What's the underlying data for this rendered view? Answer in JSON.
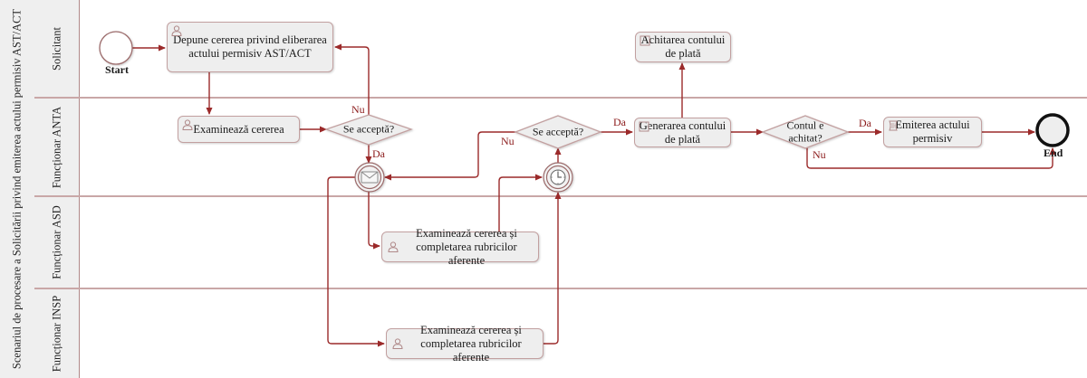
{
  "pool": {
    "title": "Scenariul de procesare a Solicitării privind emiterea actului permisiv AST/ACT"
  },
  "lanes": [
    {
      "id": "solicitant",
      "label": "Solicitant"
    },
    {
      "id": "anta",
      "label": "Funcționar ANTA"
    },
    {
      "id": "asd",
      "label": "Funcționar ASD"
    },
    {
      "id": "insp",
      "label": "Funcționar INSP"
    }
  ],
  "events": {
    "start": {
      "label": "Start",
      "type": "start"
    },
    "end": {
      "label": "End",
      "type": "end"
    },
    "message": {
      "type": "intermediate-message",
      "icon": "envelope-icon"
    },
    "timer": {
      "type": "intermediate-timer",
      "icon": "clock-icon"
    }
  },
  "tasks": {
    "depune": {
      "lane": "solicitant",
      "type": "user",
      "label": "Depune cererea privind eliberarea actului permisiv AST/ACT"
    },
    "achitarea": {
      "lane": "solicitant",
      "type": "manual",
      "label": "Achitarea contului de plată"
    },
    "examineaza": {
      "lane": "anta",
      "type": "user",
      "label": "Examinează cererea"
    },
    "generarea": {
      "lane": "anta",
      "type": "manual",
      "label": "Generarea contului de plată"
    },
    "emiterea": {
      "lane": "anta",
      "type": "script",
      "label": "Emiterea actului permisiv"
    },
    "asd_examineaza": {
      "lane": "asd",
      "type": "user",
      "label": "Examinează cererea și completarea rubricilor aferente"
    },
    "insp_examineaza": {
      "lane": "insp",
      "type": "user",
      "label": "Examinează cererea și completarea rubricilor aferente"
    }
  },
  "gateways": {
    "g1": {
      "label": "Se acceptă?"
    },
    "g2": {
      "label": "Se acceptă?"
    },
    "g3": {
      "label_line1": "Contul e",
      "label_line2": "achitat?"
    }
  },
  "flow_labels": {
    "g1_no": "Nu",
    "g1_yes": "Da",
    "g2_no": "Nu",
    "g2_yes": "Da",
    "g3_yes": "Da",
    "g3_no": "Nu"
  },
  "colors": {
    "flow": "#9b2a2a",
    "lane_border": "#c9a7a7",
    "task_fill": "#eeeeee",
    "task_border": "#c2a0a0",
    "label_bg": "#efefef"
  }
}
